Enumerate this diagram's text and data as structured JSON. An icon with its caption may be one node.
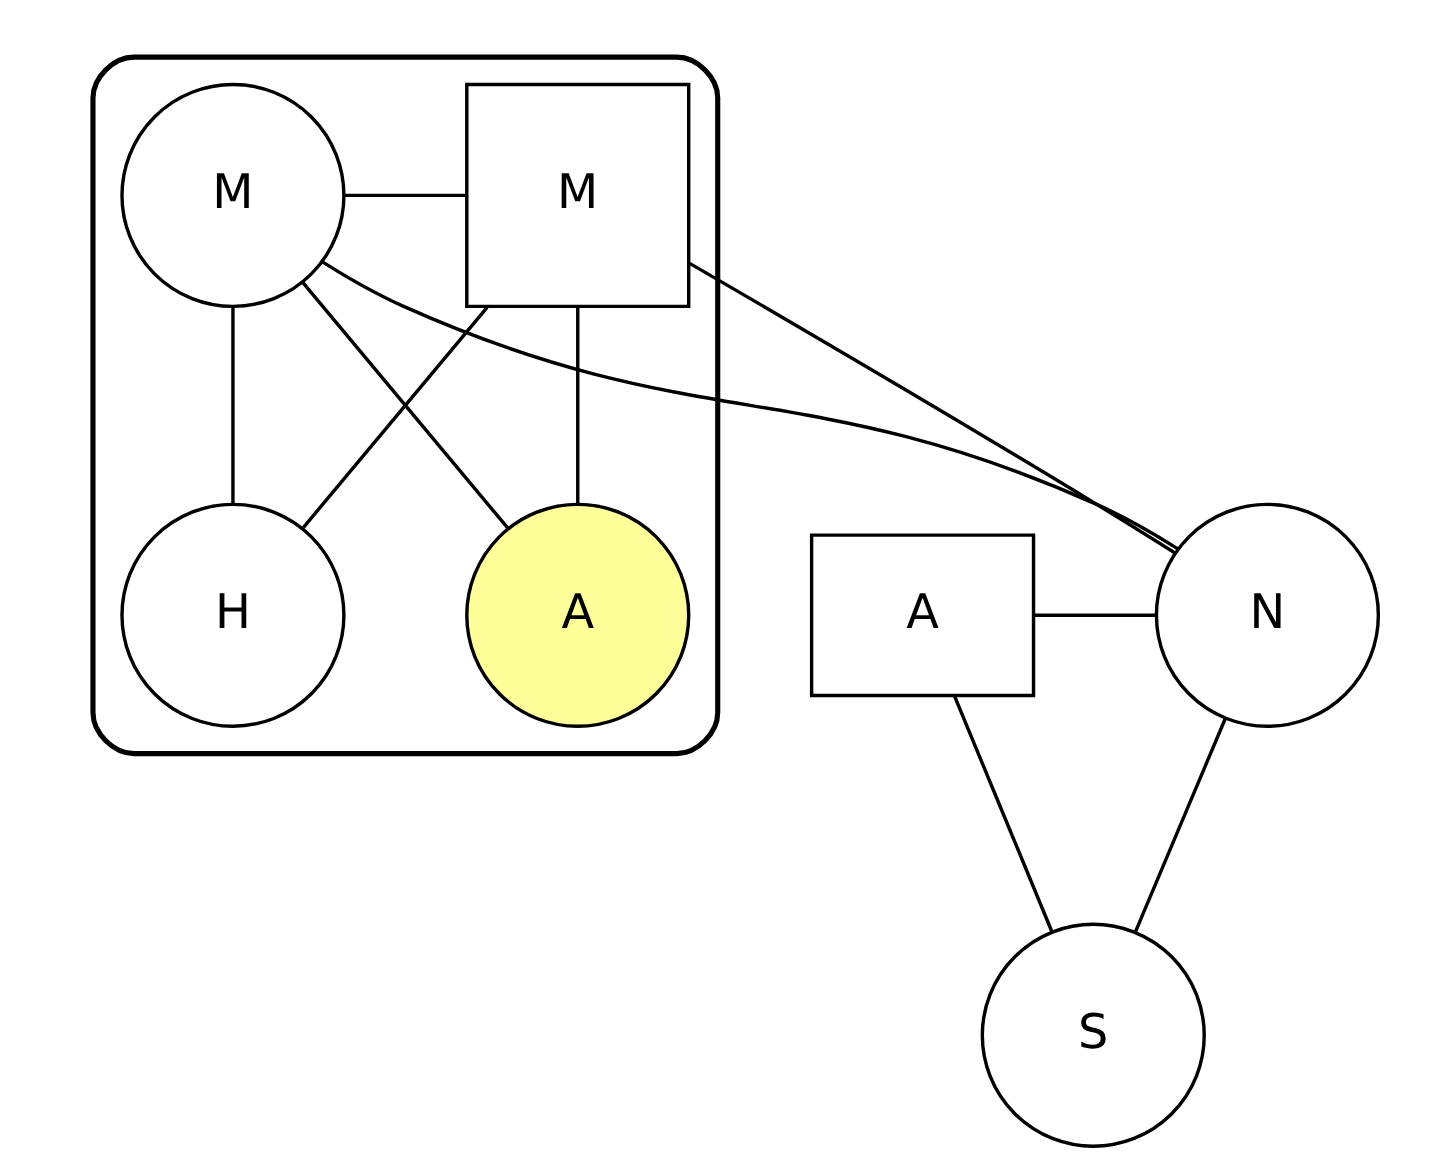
{
  "diagram": {
    "nodes": [
      {
        "text": [],
        "shape": "cloud"
      },
      {
        "text": [
          "M"
        ],
        "in": 0
      },
      {
        "text": [
          "M"
        ],
        "in": 0
      },
      {
        "text": [
          "A"
        ]
      },
      {
        "text": [
          "N"
        ]
      },
      {
        "text": [
          "H"
        ],
        "in": 0
      },
      {
        "text": [
          "A"
        ],
        "in": 0
      },
      {
        "text": [
          "S"
        ]
      }
    ],
    "edges": [
      {
        "from": 1,
        "to": 2,
        "arrow": "none"
      },
      {
        "from": 1,
        "to": 4,
        "arrow": "none"
      },
      {
        "from": 2,
        "to": 4,
        "arrow": "none"
      },
      {
        "from": 1,
        "to": 5,
        "arrow": "none"
      },
      {
        "from": 2,
        "to": 5,
        "arrow": "none"
      },
      {
        "from": 1,
        "to": 6,
        "arrow": "none"
      },
      {
        "from": 2,
        "to": 6,
        "arrow": "none"
      },
      {
        "from": 3,
        "to": 4,
        "arrow": "none"
      },
      {
        "from": 3,
        "to": 7,
        "arrow": "none"
      },
      {
        "from": 4,
        "to": 7,
        "arrow": "none"
      }
    ]
  }
}
